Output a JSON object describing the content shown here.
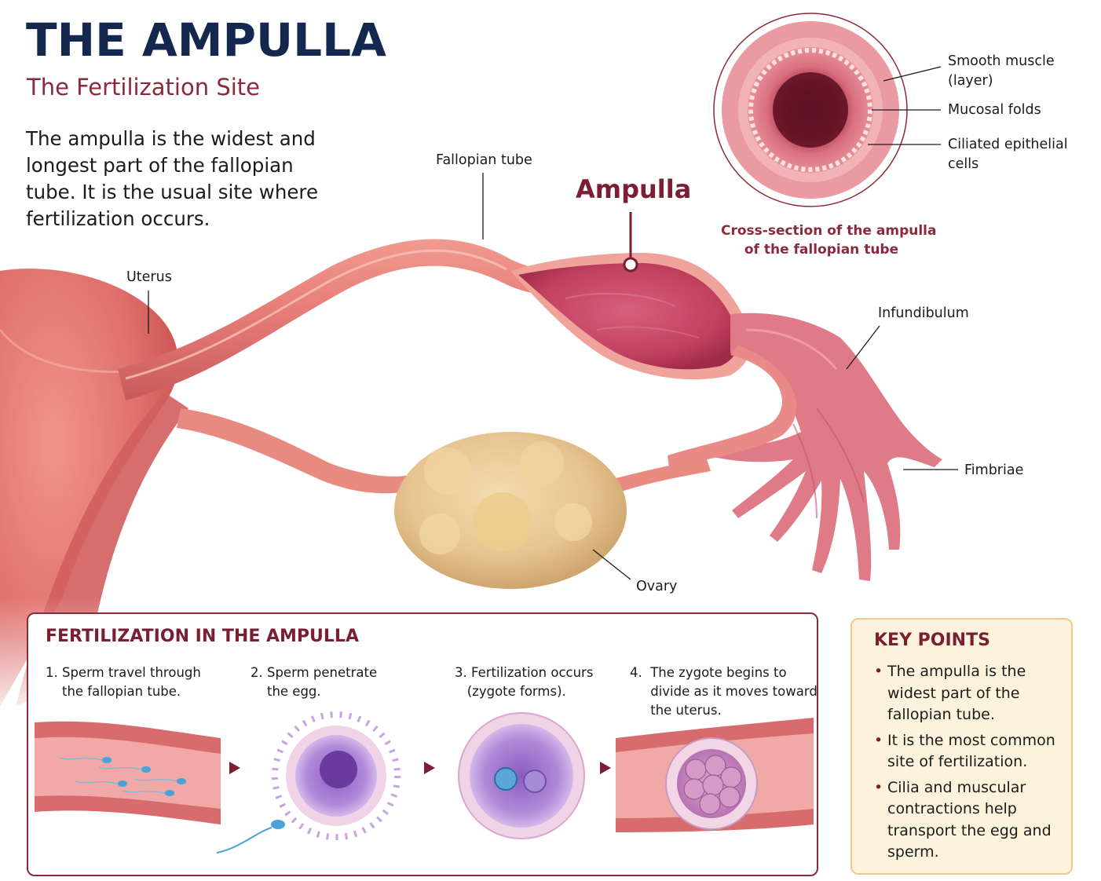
{
  "header": {
    "title": "THE AMPULLA",
    "subtitle": "The Fertilization Site",
    "intro": "The ampulla is the widest and longest part of the fallopian tube. It is the usual site where fertilization occurs."
  },
  "anatomy_labels": {
    "fallopian_tube": "Fallopian tube",
    "ampulla": "Ampulla",
    "uterus": "Uterus",
    "infundibulum": "Infundibulum",
    "fimbriae": "Fimbriae",
    "ovary": "Ovary"
  },
  "cross_section": {
    "smooth_muscle": "Smooth muscle\n(layer)",
    "mucosal_folds": "Mucosal folds",
    "ciliated_cells": "Ciliated epithelial\ncells",
    "caption": "Cross-section of the ampulla\nof the fallopian tube"
  },
  "fertilization": {
    "title": "FERTILIZATION IN THE AMPULLA",
    "steps": [
      "1. Sperm travel through\n    the fallopian tube.",
      "2. Sperm penetrate\n    the egg.",
      "3. Fertilization occurs\n   (zygote forms).",
      "4.  The zygote begins to\n     divide as it moves toward\n     the uterus."
    ]
  },
  "key_points": {
    "title": "KEY POINTS",
    "items": [
      "The ampulla is the widest part of the fallopian tube.",
      "It is the most common site of fertilization.",
      "Cilia and muscular contractions help transport the egg and sperm."
    ]
  },
  "colors": {
    "title_navy": "#14284f",
    "accent_maroon": "#7a1f33",
    "tissue_pink": "#e07a76",
    "ampulla_dark": "#c2405f",
    "ovary_tan": "#e6c490",
    "keypoints_bg": "#fdf3dc"
  }
}
